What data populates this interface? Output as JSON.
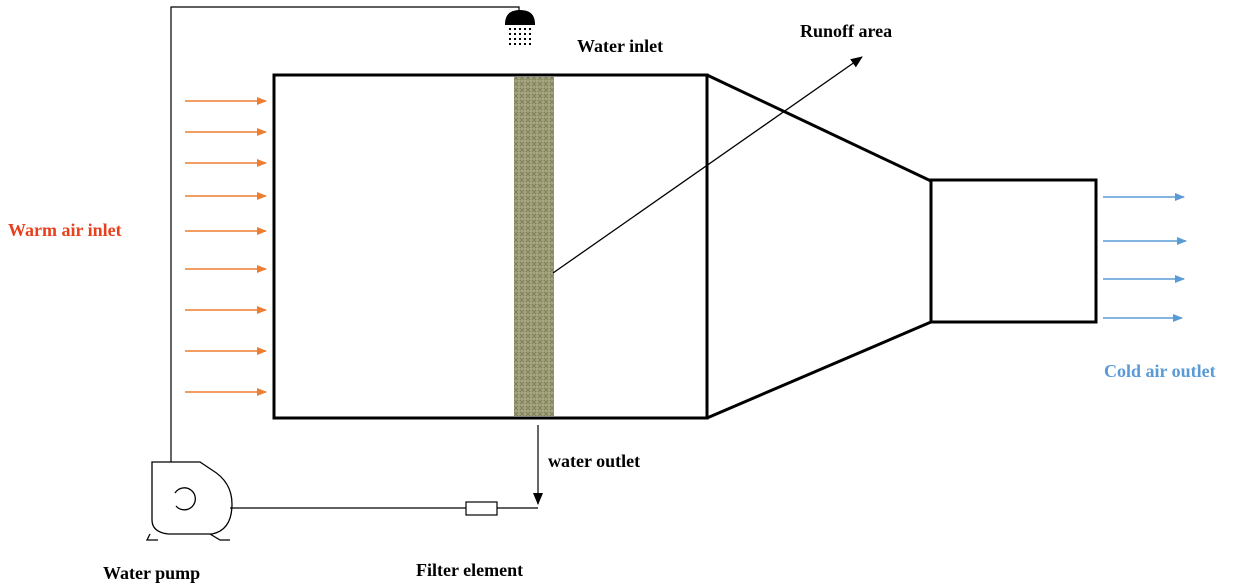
{
  "labels": {
    "water_inlet": "Water inlet",
    "runoff_area": "Runoff area",
    "warm_air_inlet": "Warm air inlet",
    "cold_air_outlet": "Cold air outlet",
    "water_outlet": "water outlet",
    "water_pump": "Water pump",
    "filter_element": "Filter element"
  },
  "colors": {
    "warm_air": "#ed7d31",
    "cold_air": "#5b9bd5",
    "line": "#000000",
    "pad": "#9a9a72"
  },
  "icons": {
    "shower_head": "shower-head-icon",
    "pump": "water-pump-icon",
    "filter": "filter-element-icon"
  }
}
